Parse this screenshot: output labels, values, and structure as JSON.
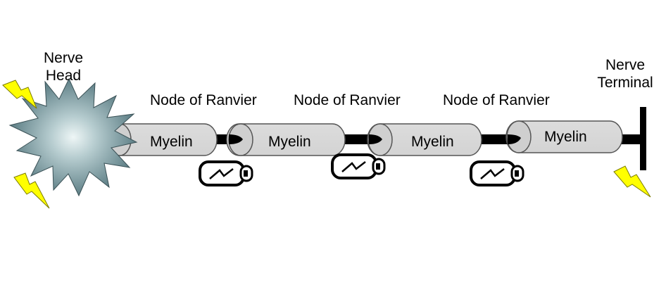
{
  "labels": {
    "nerve_head_line1": "Nerve",
    "nerve_head_line2": "Head",
    "nerve_terminal_line1": "Nerve",
    "nerve_terminal_line2": "Terminal"
  },
  "nodes": [
    {
      "label": "Node of Ranvier"
    },
    {
      "label": "Node of Ranvier"
    },
    {
      "label": "Node of Ranvier"
    }
  ],
  "myelin_segments": [
    {
      "label": "Myelin"
    },
    {
      "label": "Myelin"
    },
    {
      "label": "Myelin"
    },
    {
      "label": "Myelin"
    }
  ],
  "colors": {
    "starburst": "#5e7f86",
    "starburst_center": "#eef6f6",
    "myelin_fill": "#d9d9d9",
    "axon": "#000000",
    "lightning": "#ffff00"
  },
  "icons": [
    "lightning-icon",
    "battery-icon",
    "starburst-icon"
  ]
}
